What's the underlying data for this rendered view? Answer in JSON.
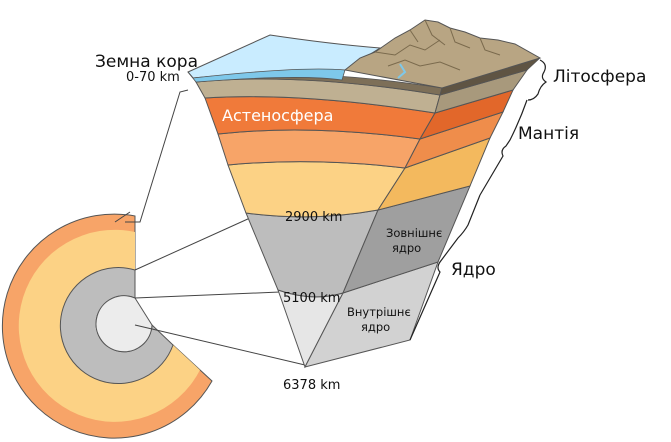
{
  "labels": {
    "crust": "Земна кора",
    "crust_depth": "0-70 km",
    "asthenosphere": "Астеносфера",
    "lithosphere": "Літосфера",
    "mantle": "Мантія",
    "core": "Ядро",
    "outer_core_line1": "Зовнішнє",
    "outer_core_line2": "ядро",
    "inner_core_line1": "Внутрішнє",
    "inner_core_line2": "ядро",
    "depth_2900": "2900 km",
    "depth_5100": "5100 km",
    "depth_6378": "6378 km"
  },
  "colors": {
    "ocean": "#7ec8ea",
    "crust_brown": "#8b7a5e",
    "asthenosphere": "#f07a3a",
    "mantle_upper": "#f7a468",
    "mantle_lower": "#fcd285",
    "outer_core": "#bdbdbd",
    "inner_core": "#e6e6e6"
  }
}
